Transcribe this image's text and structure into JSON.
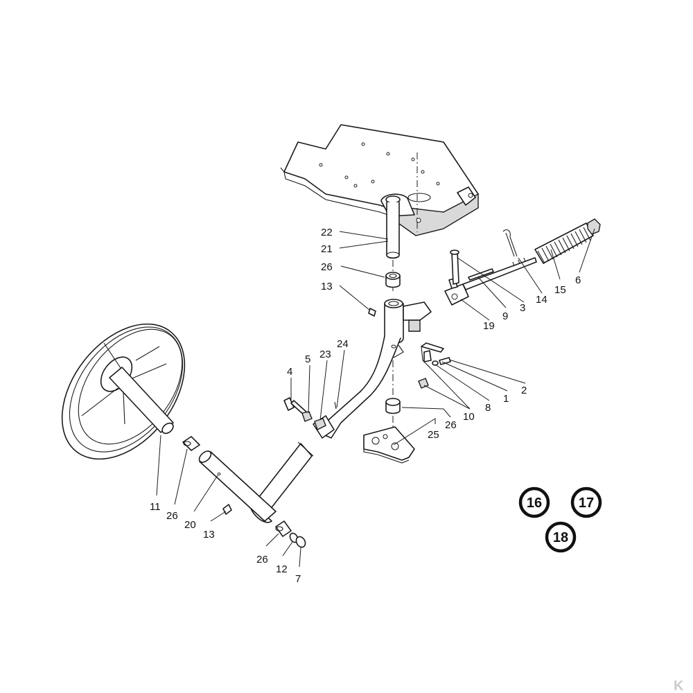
{
  "callouts": {
    "c1": "1",
    "c2": "2",
    "c3": "3",
    "c4": "4",
    "c5": "5",
    "c6": "6",
    "c7": "7",
    "c8": "8",
    "c9": "9",
    "c10": "10",
    "c11": "11",
    "c12": "12",
    "c13a": "13",
    "c13b": "13",
    "c14": "14",
    "c15": "15",
    "c19": "19",
    "c20": "20",
    "c21": "21",
    "c22": "22",
    "c23": "23",
    "c24": "24",
    "c25": "25",
    "c26a": "26",
    "c26b": "26",
    "c26c": "26",
    "c26d": "26"
  },
  "badges": {
    "b16": "16",
    "b17": "17",
    "b18": "18"
  },
  "watermark": "K",
  "colors": {
    "line": "#1a1a1a",
    "shade": "#d9d9d9",
    "badge": "#111111",
    "watermark": "#cccccc"
  }
}
